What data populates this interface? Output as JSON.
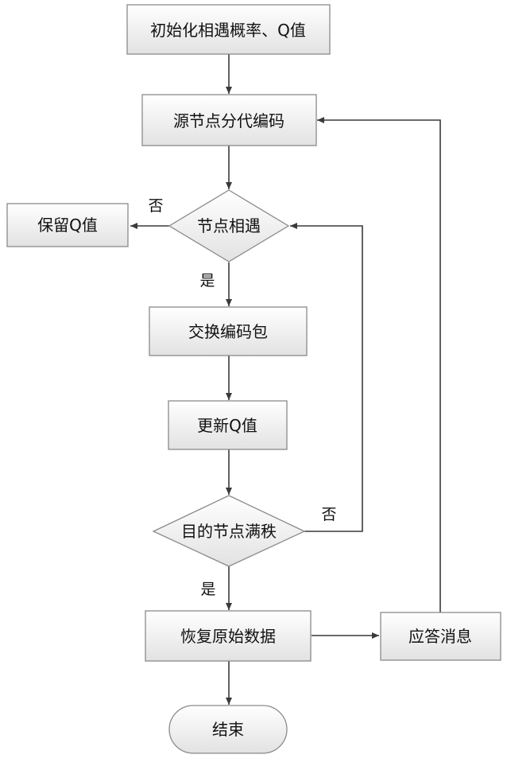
{
  "nodes": {
    "init": "初始化相遇概率、Q值",
    "encode": "源节点分代编码",
    "meet": "节点相遇",
    "keep_q": "保留Q值",
    "exchange": "交换编码包",
    "update_q": "更新Q值",
    "dest_full": "目的节点满秩",
    "recover": "恢复原始数据",
    "ack": "应答消息",
    "end": "结束"
  },
  "edges": {
    "meet_no": "否",
    "meet_yes": "是",
    "full_no": "否",
    "full_yes": "是"
  },
  "colors": {
    "box_top": "#ffffff",
    "box_bottom": "#e2e2e2",
    "border": "#8a8a8a",
    "line": "#3a3a3a"
  }
}
